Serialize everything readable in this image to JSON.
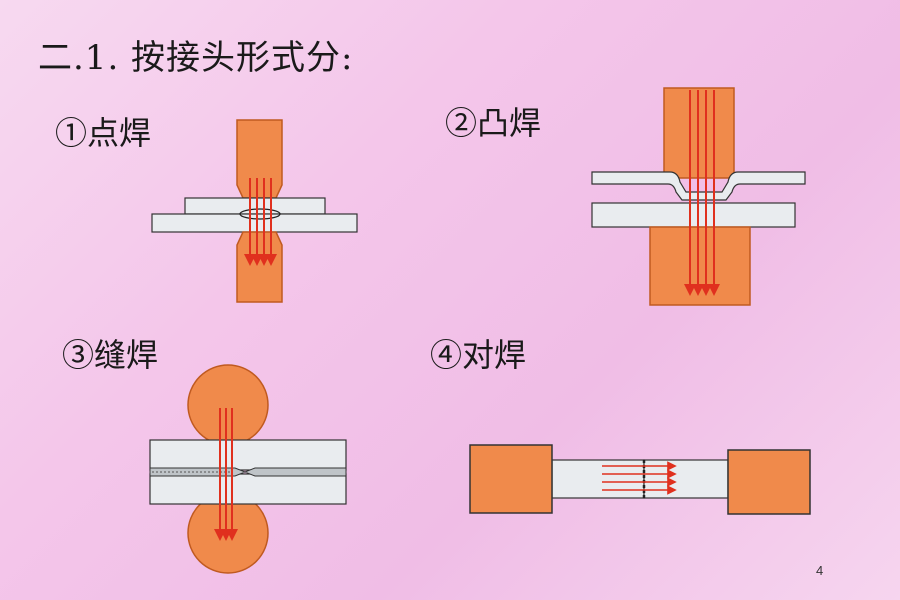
{
  "slide": {
    "title": "二.1. 按接头形式分:",
    "page_number": "4"
  },
  "panels": [
    {
      "label": "①点焊"
    },
    {
      "label": "②凸焊"
    },
    {
      "label": "③缝焊"
    },
    {
      "label": "④对焊"
    }
  ],
  "colors": {
    "electrode": "#f08a4b",
    "electrode_border": "#c05a20",
    "plate": "#e9ecef",
    "plate_border": "#333333",
    "current_line": "#e0301e",
    "background": "#f4c6ea"
  }
}
